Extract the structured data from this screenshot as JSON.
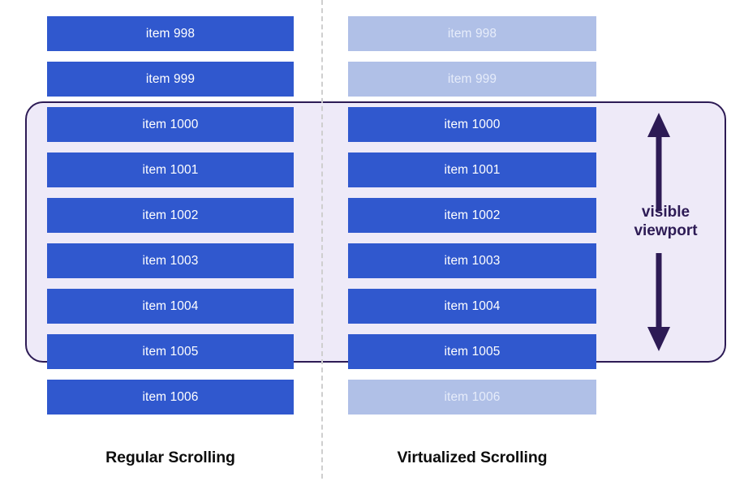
{
  "diagram": {
    "title_left": "Regular Scrolling",
    "title_right": "Virtualized Scrolling",
    "viewport_label_line1": "visible",
    "viewport_label_line2": "viewport",
    "colors": {
      "bar_solid": "#3058ce",
      "bar_faded": "#b0c0e7",
      "bar_text": "#ffffff",
      "bar_faded_text": "#e6ecfa",
      "viewport_fill": "#eeeaf8",
      "viewport_border": "#2d1b55",
      "divider": "#cfcfcf",
      "caption_text": "#0d0d0d"
    }
  },
  "regular_column": {
    "items": [
      {
        "label": "item 998",
        "state": "solid"
      },
      {
        "label": "item 999",
        "state": "solid"
      },
      {
        "label": "item 1000",
        "state": "solid"
      },
      {
        "label": "item 1001",
        "state": "solid"
      },
      {
        "label": "item 1002",
        "state": "solid"
      },
      {
        "label": "item 1003",
        "state": "solid"
      },
      {
        "label": "item 1004",
        "state": "solid"
      },
      {
        "label": "item 1005",
        "state": "solid"
      },
      {
        "label": "item 1006",
        "state": "solid"
      }
    ]
  },
  "virtualized_column": {
    "items": [
      {
        "label": "item 998",
        "state": "faded"
      },
      {
        "label": "item 999",
        "state": "faded"
      },
      {
        "label": "item 1000",
        "state": "solid"
      },
      {
        "label": "item 1001",
        "state": "solid"
      },
      {
        "label": "item 1002",
        "state": "solid"
      },
      {
        "label": "item 1003",
        "state": "solid"
      },
      {
        "label": "item 1004",
        "state": "solid"
      },
      {
        "label": "item 1005",
        "state": "solid"
      },
      {
        "label": "item 1006",
        "state": "faded"
      }
    ]
  }
}
